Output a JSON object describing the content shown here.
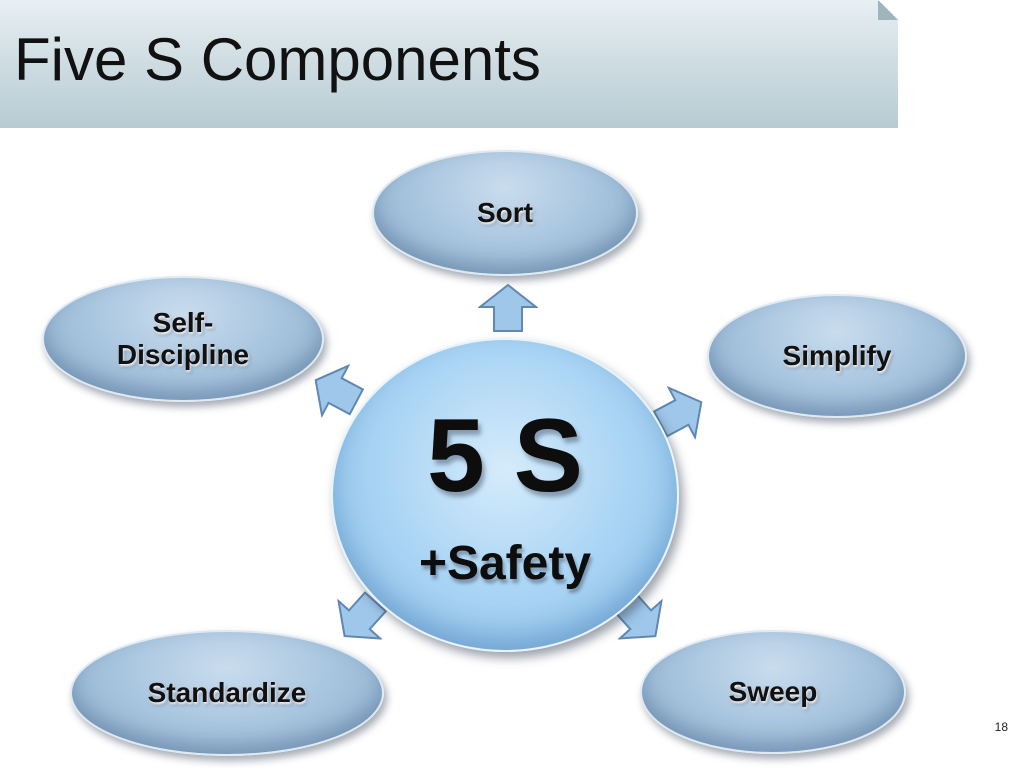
{
  "slide": {
    "title": "Five S Components",
    "slide_number": "18"
  },
  "diagram": {
    "center": {
      "main": "5 S",
      "sub": "+Safety"
    },
    "nodes": {
      "sort": "Sort",
      "simplify": "Simplify",
      "sweep": "Sweep",
      "standardize": "Standardize",
      "self_discipline": "Self-\nDiscipline"
    }
  },
  "colors": {
    "node_fill": "#a4c2dc",
    "center_fill": "#a9d4f4",
    "arrow_fill": "#9fc7ea"
  }
}
